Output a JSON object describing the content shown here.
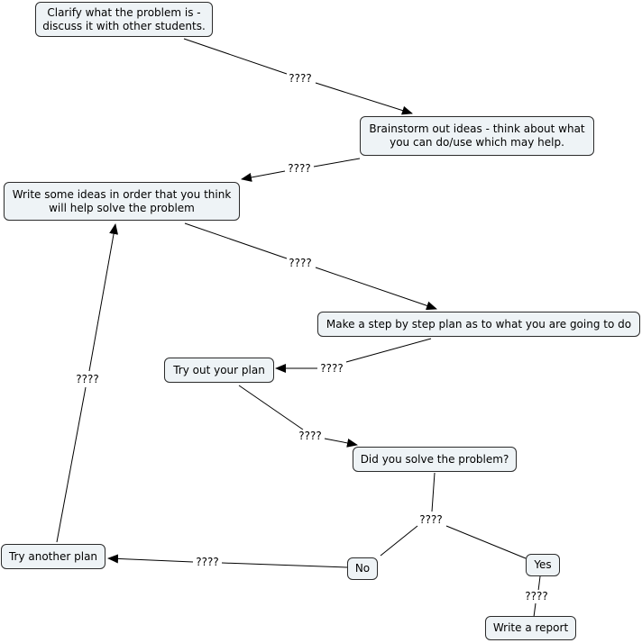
{
  "nodes": {
    "clarify": "Clarify what the problem is -\ndiscuss it with other students.",
    "brainstorm": "Brainstorm out ideas - think about what\nyou can do/use which may help.",
    "write_ideas": "Write some ideas in order that you think\nwill help solve the problem",
    "plan": "Make a step by step plan as to what you are going to do",
    "try_out": "Try out your plan",
    "did_solve": "Did you solve the problem?",
    "no": "No",
    "yes": "Yes",
    "try_another": "Try another plan",
    "report": "Write a report"
  },
  "link_labels": {
    "clarify_brainstorm": "????",
    "brainstorm_write": "????",
    "write_plan": "????",
    "plan_try": "????",
    "try_did": "????",
    "did_branch": "????",
    "no_another": "????",
    "another_write": "????",
    "yes_report": "????"
  },
  "colors": {
    "node_fill": "#eef3f6",
    "node_border": "#2b2b2b",
    "link": "#000000"
  }
}
